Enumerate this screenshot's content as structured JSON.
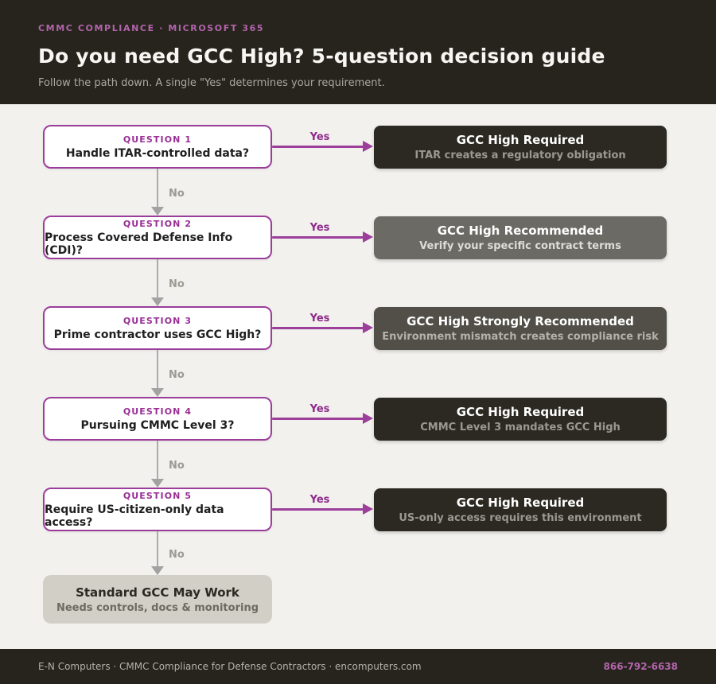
{
  "header": {
    "eyebrow": "CMMC COMPLIANCE · MICROSOFT 365",
    "title": "Do you need GCC High? 5-question decision guide",
    "subtitle": "Follow the path down. A single \"Yes\" determines your requirement."
  },
  "flow": {
    "yes_label": "Yes",
    "no_label": "No",
    "questions": [
      {
        "label": "QUESTION 1",
        "text": "Handle ITAR-controlled data?"
      },
      {
        "label": "QUESTION 2",
        "text": "Process Covered Defense Info (CDI)?"
      },
      {
        "label": "QUESTION 3",
        "text": "Prime contractor uses GCC High?"
      },
      {
        "label": "QUESTION 4",
        "text": "Pursuing CMMC Level 3?"
      },
      {
        "label": "QUESTION 5",
        "text": "Require US-citizen-only data access?"
      }
    ],
    "results": [
      {
        "title": "GCC High Required",
        "subtitle": "ITAR creates a regulatory obligation",
        "variant": "dark"
      },
      {
        "title": "GCC High Recommended",
        "subtitle": "Verify your specific contract terms",
        "variant": "gray"
      },
      {
        "title": "GCC High Strongly Recommended",
        "subtitle": "Environment mismatch creates compliance risk",
        "variant": "darkgray"
      },
      {
        "title": "GCC High Required",
        "subtitle": "CMMC Level 3 mandates GCC High",
        "variant": "dark"
      },
      {
        "title": "GCC High Required",
        "subtitle": "US-only access requires this environment",
        "variant": "dark"
      }
    ],
    "final": {
      "title": "Standard GCC May Work",
      "subtitle": "Needs controls, docs & monitoring"
    }
  },
  "footer": {
    "left": "E-N Computers · CMMC Compliance for Defense Contractors · encomputers.com",
    "phone": "866-792-6638"
  },
  "colors": {
    "header_bg": "#26241c",
    "body_bg": "#f2f1ee",
    "accent_purple": "#9b3e9b",
    "yes_label": "#8e2b8a",
    "question_label": "#992f95",
    "result_dark_bg": "#2b2921",
    "result_gray_bg": "#6b6a64",
    "result_darkgray_bg": "#514f48",
    "final_bg": "#d2cfc7",
    "no_gray": "#9b9a93",
    "footer_phone": "#b364ac"
  }
}
